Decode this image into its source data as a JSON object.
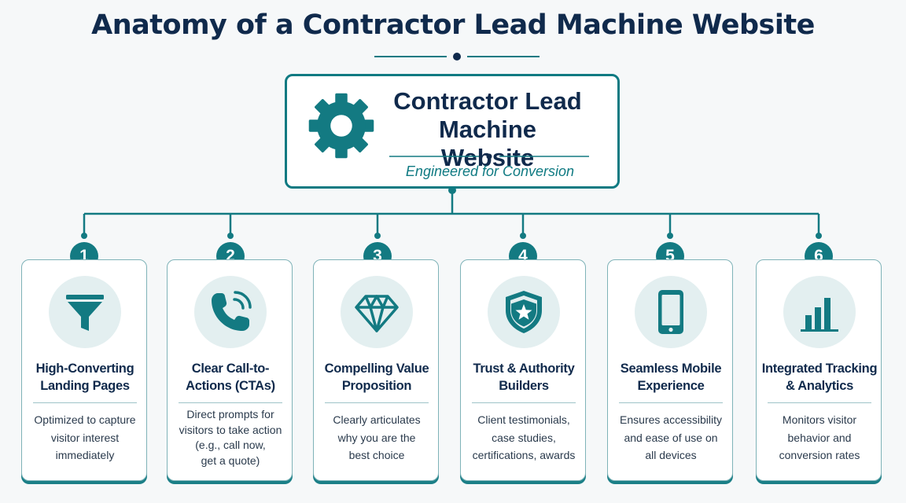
{
  "title": "Anatomy of a Contractor Lead Machine Website",
  "hub": {
    "title_line1": "Contractor Lead",
    "title_line2": "Machine Website",
    "subtitle": "Engineered for Conversion",
    "icon": "gear-icon"
  },
  "colors": {
    "teal": "#137a82",
    "navy": "#102a4c",
    "light_teal": "#e3eff0"
  },
  "items": [
    {
      "number": "1",
      "icon": "funnel-icon",
      "title_line1": "High-Converting",
      "title_line2": "Landing Pages",
      "desc_line1": "Optimized to capture",
      "desc_line2": "visitor interest",
      "desc_line3": "immediately",
      "desc_line4": ""
    },
    {
      "number": "2",
      "icon": "phone-icon",
      "title_line1": "Clear Call-to-",
      "title_line2": "Actions (CTAs)",
      "desc_line1": "Direct prompts for",
      "desc_line2": "visitors to take action",
      "desc_line3": "(e.g., call now,",
      "desc_line4": "get a quote)"
    },
    {
      "number": "3",
      "icon": "diamond-icon",
      "title_line1": "Compelling Value",
      "title_line2": "Proposition",
      "desc_line1": "Clearly articulates",
      "desc_line2": "why you are the",
      "desc_line3": "best choice",
      "desc_line4": ""
    },
    {
      "number": "4",
      "icon": "shield-star-icon",
      "title_line1": "Trust & Authority",
      "title_line2": "Builders",
      "desc_line1": "Client testimonials,",
      "desc_line2": "case studies,",
      "desc_line3": "certifications, awards",
      "desc_line4": ""
    },
    {
      "number": "5",
      "icon": "smartphone-icon",
      "title_line1": "Seamless Mobile",
      "title_line2": "Experience",
      "desc_line1": "Ensures accessibility",
      "desc_line2": "and ease of use on",
      "desc_line3": "all devices",
      "desc_line4": ""
    },
    {
      "number": "6",
      "icon": "bar-chart-icon",
      "title_line1": "Integrated Tracking",
      "title_line2": "& Analytics",
      "desc_line1": "Monitors visitor",
      "desc_line2": "behavior and",
      "desc_line3": "conversion rates",
      "desc_line4": ""
    }
  ]
}
